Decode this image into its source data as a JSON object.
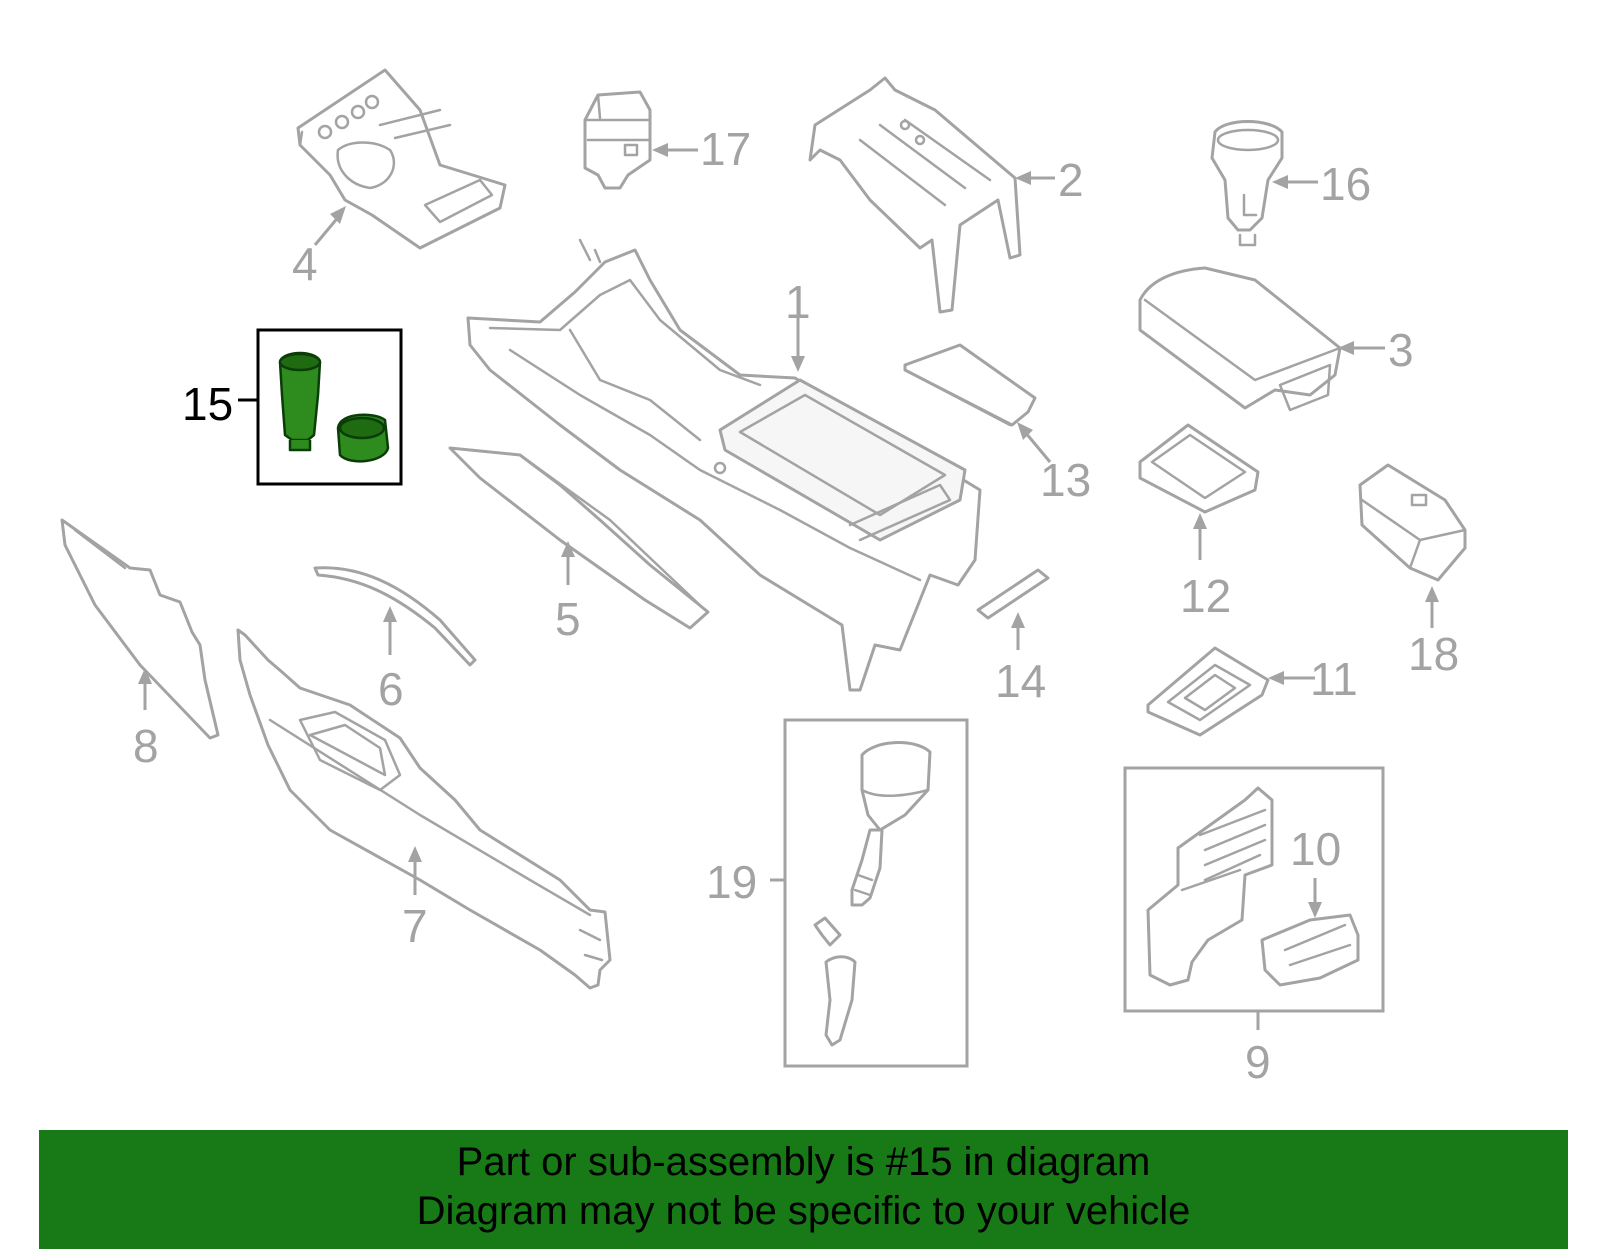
{
  "callouts": {
    "c1": "1",
    "c2": "2",
    "c3": "3",
    "c4": "4",
    "c5": "5",
    "c6": "6",
    "c7": "7",
    "c8": "8",
    "c9": "9",
    "c10": "10",
    "c11": "11",
    "c12": "12",
    "c13": "13",
    "c14": "14",
    "c15": "15",
    "c16": "16",
    "c17": "17",
    "c18": "18",
    "c19": "19"
  },
  "highlighted_part": "15",
  "colors": {
    "highlight": "#2e8b1e",
    "banner": "#177a17",
    "line_art": "#a3a3a3"
  },
  "banner": {
    "line1": "Part or sub-assembly is #15 in diagram",
    "line2": "Diagram may not be specific to your vehicle"
  }
}
